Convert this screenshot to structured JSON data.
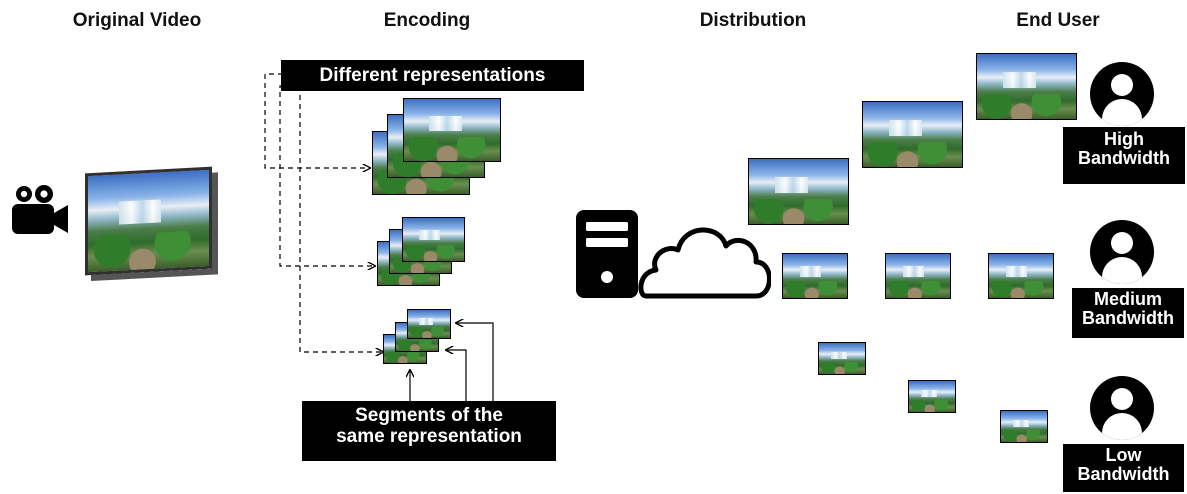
{
  "headers": {
    "original": "Original Video",
    "encoding": "Encoding",
    "distribution": "Distribution",
    "end_user": "End User"
  },
  "labels": {
    "representations": "Different representations",
    "segments_line1": "Segments of the",
    "segments_line2": "same representation"
  },
  "users": [
    {
      "line1": "High",
      "line2": "Bandwidth"
    },
    {
      "line1": "Medium",
      "line2": "Bandwidth"
    },
    {
      "line1": "Low",
      "line2": "Bandwidth"
    }
  ],
  "icons": {
    "camera": "video-camera-icon",
    "server": "server-icon",
    "cloud": "cloud-icon",
    "user": "user-avatar-icon",
    "video": "video-thumbnail"
  },
  "colors": {
    "ink": "#000000",
    "label_bg": "#000000",
    "label_text": "#ffffff"
  }
}
